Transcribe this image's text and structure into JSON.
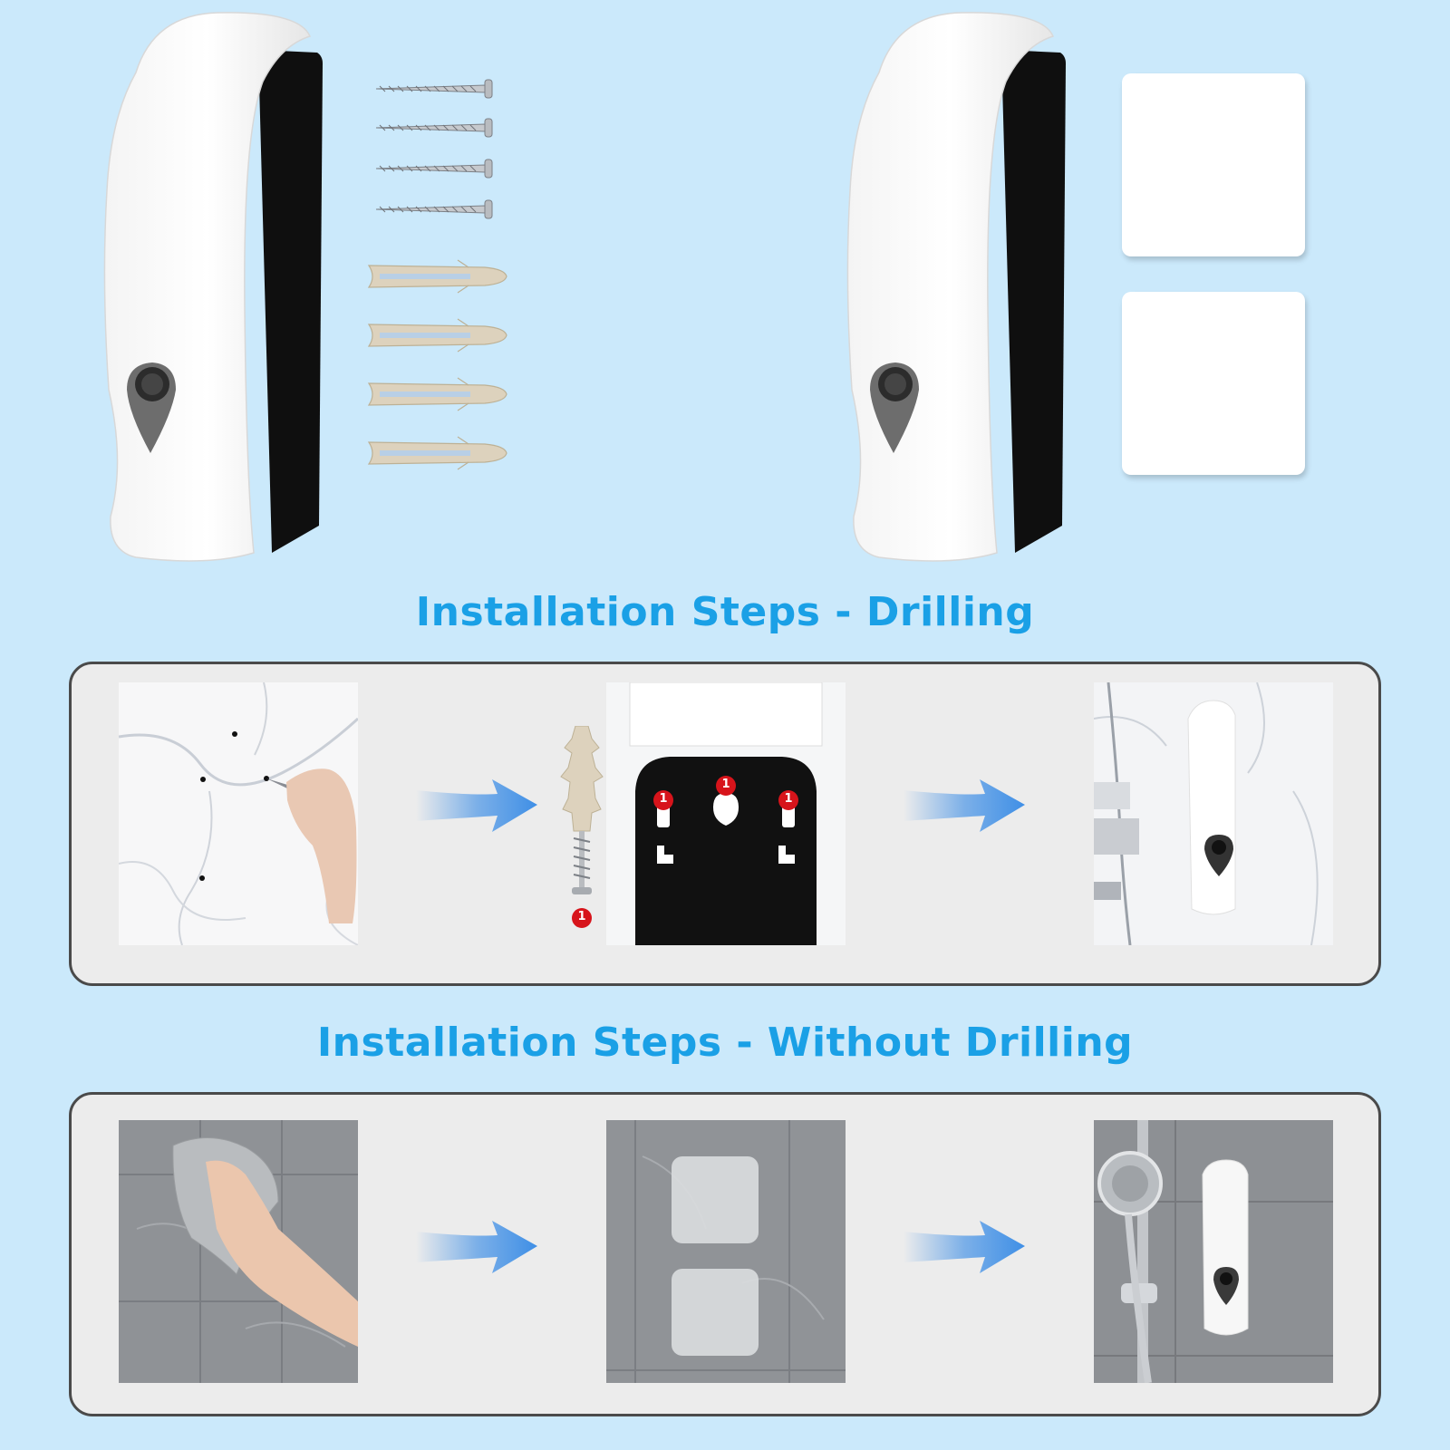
{
  "headings": {
    "drilling": "Installation Steps - Drilling",
    "without_drilling": "Installation Steps - Without Drilling"
  },
  "step_markers": {
    "anchor_marker": "1",
    "left_slot_marker": "1",
    "center_hole_marker": "1",
    "right_slot_marker": "1"
  },
  "colors": {
    "background": "#cbe9fb",
    "heading": "#1aa0e6",
    "panel": "#ececec",
    "panel_border": "#4a4a4a",
    "arrow": "#3f8fe6",
    "marker": "#d7141b"
  },
  "icons": {
    "arrow": "right-arrow-icon",
    "marker": "numbered-step-badge"
  }
}
